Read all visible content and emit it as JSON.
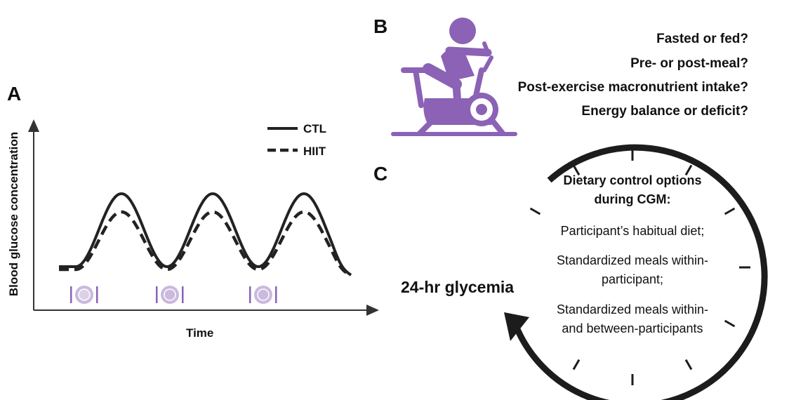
{
  "panels": {
    "a": "A",
    "b": "B",
    "c": "C"
  },
  "panel_a": {
    "y_axis_label": "Blood glucose concentration",
    "x_axis_label": "Time",
    "legend": [
      {
        "label": "CTL",
        "style": "solid"
      },
      {
        "label": "HIIT",
        "style": "dashed"
      }
    ],
    "meal_icon": "plate-with-cutlery-icon",
    "meal_count": 3,
    "line_color": "#222222"
  },
  "panel_b": {
    "icon": "stationary-cyclist-icon",
    "icon_color": "#8b62b5",
    "questions": [
      "Fasted or fed?",
      "Pre- or post-meal?",
      "Post-exercise macronutrient intake?",
      "Energy balance or deficit?"
    ]
  },
  "panel_c": {
    "title": "Dietary control options during CGM:",
    "options": [
      "Participant’s habitual diet;",
      "Standardized meals within-participant;",
      "Standardized meals within- and between-participants"
    ],
    "cycle_label": "24-hr glycemia",
    "clock_icon": "circular-arrow-clock-icon"
  }
}
